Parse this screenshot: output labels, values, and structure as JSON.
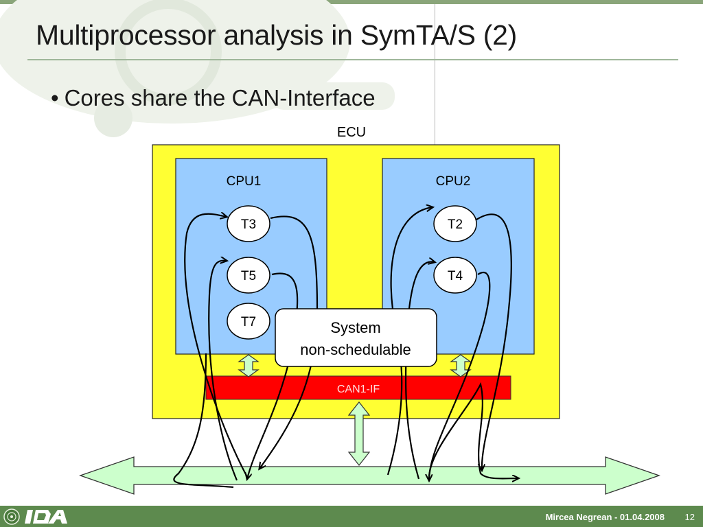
{
  "slide": {
    "title": "Multiprocessor analysis in SymTA/S (2)",
    "bullet": "Cores share the CAN-Interface"
  },
  "diagram": {
    "ecu_label": "ECU",
    "cpu1_label": "CPU1",
    "cpu2_label": "CPU2",
    "tasks": {
      "t3": "T3",
      "t5": "T5",
      "t7": "T7",
      "t2": "T2",
      "t4": "T4"
    },
    "status_line1": "System",
    "status_line2": "non-schedulable",
    "can_label": "CAN1-IF",
    "colors": {
      "ecu_fill": "#ffff33",
      "cpu_fill": "#99ccff",
      "can_fill": "#ff0000",
      "arrow_fill": "#ccffcc",
      "footer": "#5d8a4e"
    }
  },
  "footer": {
    "logo_text": "IDA",
    "author_date": "Mircea Negrean - 01.04.2008",
    "page_number": "12"
  }
}
